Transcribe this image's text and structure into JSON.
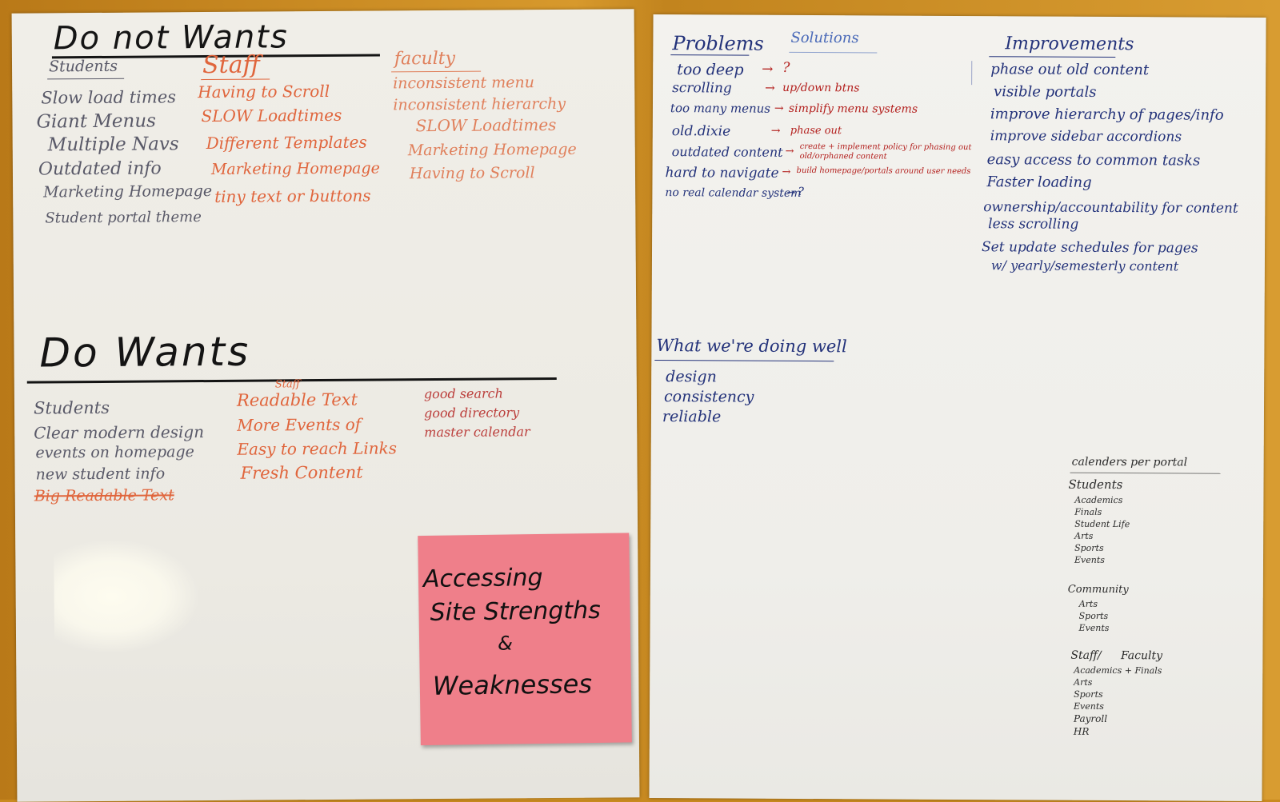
{
  "left_sheet": {
    "do_not_wants": {
      "heading": "Do not Wants",
      "students": {
        "header": "Students",
        "items": [
          "Slow load times",
          "Giant Menus",
          "Multiple Navs",
          "Outdated info",
          "Marketing Homepage",
          "Student portal theme"
        ]
      },
      "staff": {
        "header": "Staff",
        "items": [
          "Having to Scroll",
          "SLOW Loadtimes",
          "Different Templates",
          "Marketing Homepage",
          "tiny text or buttons"
        ]
      },
      "faculty": {
        "header": "faculty",
        "items": [
          "inconsistent menu",
          "inconsistent hierarchy",
          "SLOW Loadtimes",
          "Marketing Homepage",
          "Having to Scroll"
        ]
      }
    },
    "do_wants": {
      "heading": "Do Wants",
      "students": {
        "header": "Students",
        "items": [
          "Clear modern design",
          "events on homepage",
          "new student info"
        ],
        "struck_item": "Big Readable Text"
      },
      "staff": {
        "header": "Staff",
        "items": [
          "Readable Text",
          "More Events of",
          "Easy to reach Links",
          "Fresh Content"
        ]
      },
      "faculty": {
        "items": [
          "good search",
          "good directory",
          "master calendar"
        ]
      }
    },
    "sticky_note": {
      "lines": [
        "Accessing",
        "Site Strengths",
        "&",
        "Weaknesses"
      ]
    }
  },
  "right_sheet": {
    "problems_header": "Problems",
    "solutions_header": "Solutions",
    "rows": [
      {
        "problem": "too deep",
        "arrow": "→",
        "solution": "?"
      },
      {
        "problem": "scrolling",
        "arrow": "→",
        "solution": "up/down btns"
      },
      {
        "problem": "too many menus",
        "arrow": "→",
        "solution": "simplify menu systems"
      },
      {
        "problem": "old.dixie",
        "arrow": "→",
        "solution": "phase out"
      },
      {
        "problem": "outdated content",
        "arrow": "→",
        "solution": "create + implement policy for phasing out old/orphaned content"
      },
      {
        "problem": "hard to navigate",
        "arrow": "→",
        "solution": "build homepage/portals around user needs"
      },
      {
        "problem": "no real calendar system",
        "arrow": "→",
        "solution": "?"
      }
    ],
    "improvements": {
      "header": "Improvements",
      "items": [
        "phase out old content",
        "visible portals",
        "improve hierarchy of pages/info",
        "improve sidebar accordions",
        "easy access to common tasks",
        "Faster loading",
        "ownership/accountability for content",
        "less scrolling",
        "Set update schedules for pages",
        "w/ yearly/semesterly content"
      ]
    },
    "doing_well": {
      "header": "What we're doing well",
      "items": [
        "design",
        "consistency",
        "reliable"
      ]
    },
    "calendars": {
      "title": "calenders per portal",
      "groups": [
        {
          "header": "Students",
          "items": [
            "Academics",
            "Finals",
            "Student Life",
            "Arts",
            "Sports",
            "Events"
          ]
        },
        {
          "header": "Community",
          "items": [
            "Arts",
            "Sports",
            "Events"
          ]
        },
        {
          "header": "Staff/ Faculty",
          "items": [
            "Academics + Finals",
            "Arts",
            "Sports",
            "Events",
            "Payroll",
            "HR"
          ]
        }
      ]
    }
  },
  "colors": {
    "desk": "#c98a1f",
    "paper": "#f1efe9",
    "sticky": "#ef7f8a",
    "black_marker": "#141414",
    "navy_pen": "#23327a",
    "red_pen": "#b3201e",
    "orange_marker": "#e0653c"
  }
}
